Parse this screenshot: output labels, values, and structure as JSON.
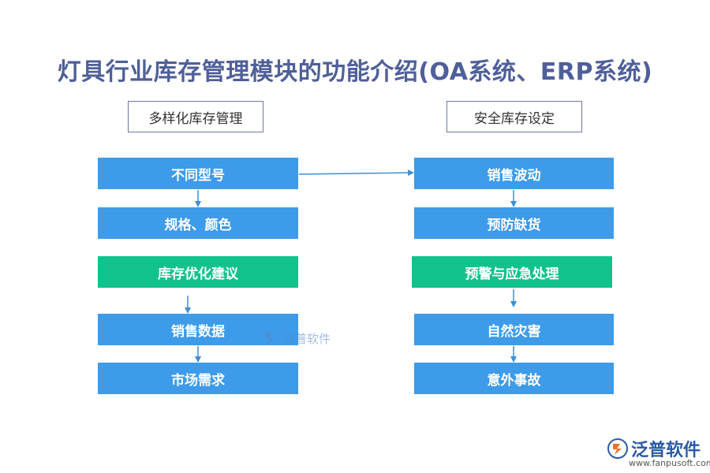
{
  "title": "灯具行业库存管理模块的功能介绍(OA系统、ERP系统)",
  "left": {
    "header": "多样化库存管理",
    "nodes": [
      "不同型号",
      "规格、颜色",
      "库存优化建议",
      "销售数据",
      "市场需求"
    ]
  },
  "right": {
    "header": "安全库存设定",
    "nodes": [
      "销售波动",
      "预防缺货",
      "预警与应急处理",
      "自然灾害",
      "意外事故"
    ]
  },
  "colors": {
    "node_blue": "#3d9be9",
    "node_green": "#12c28c",
    "title": "#4f5f99",
    "arrow": "#3d8fd6"
  },
  "watermark": {
    "text": "泛普软件"
  },
  "logo": {
    "text": "泛普软件",
    "url": "www.fanpusoft.com"
  }
}
